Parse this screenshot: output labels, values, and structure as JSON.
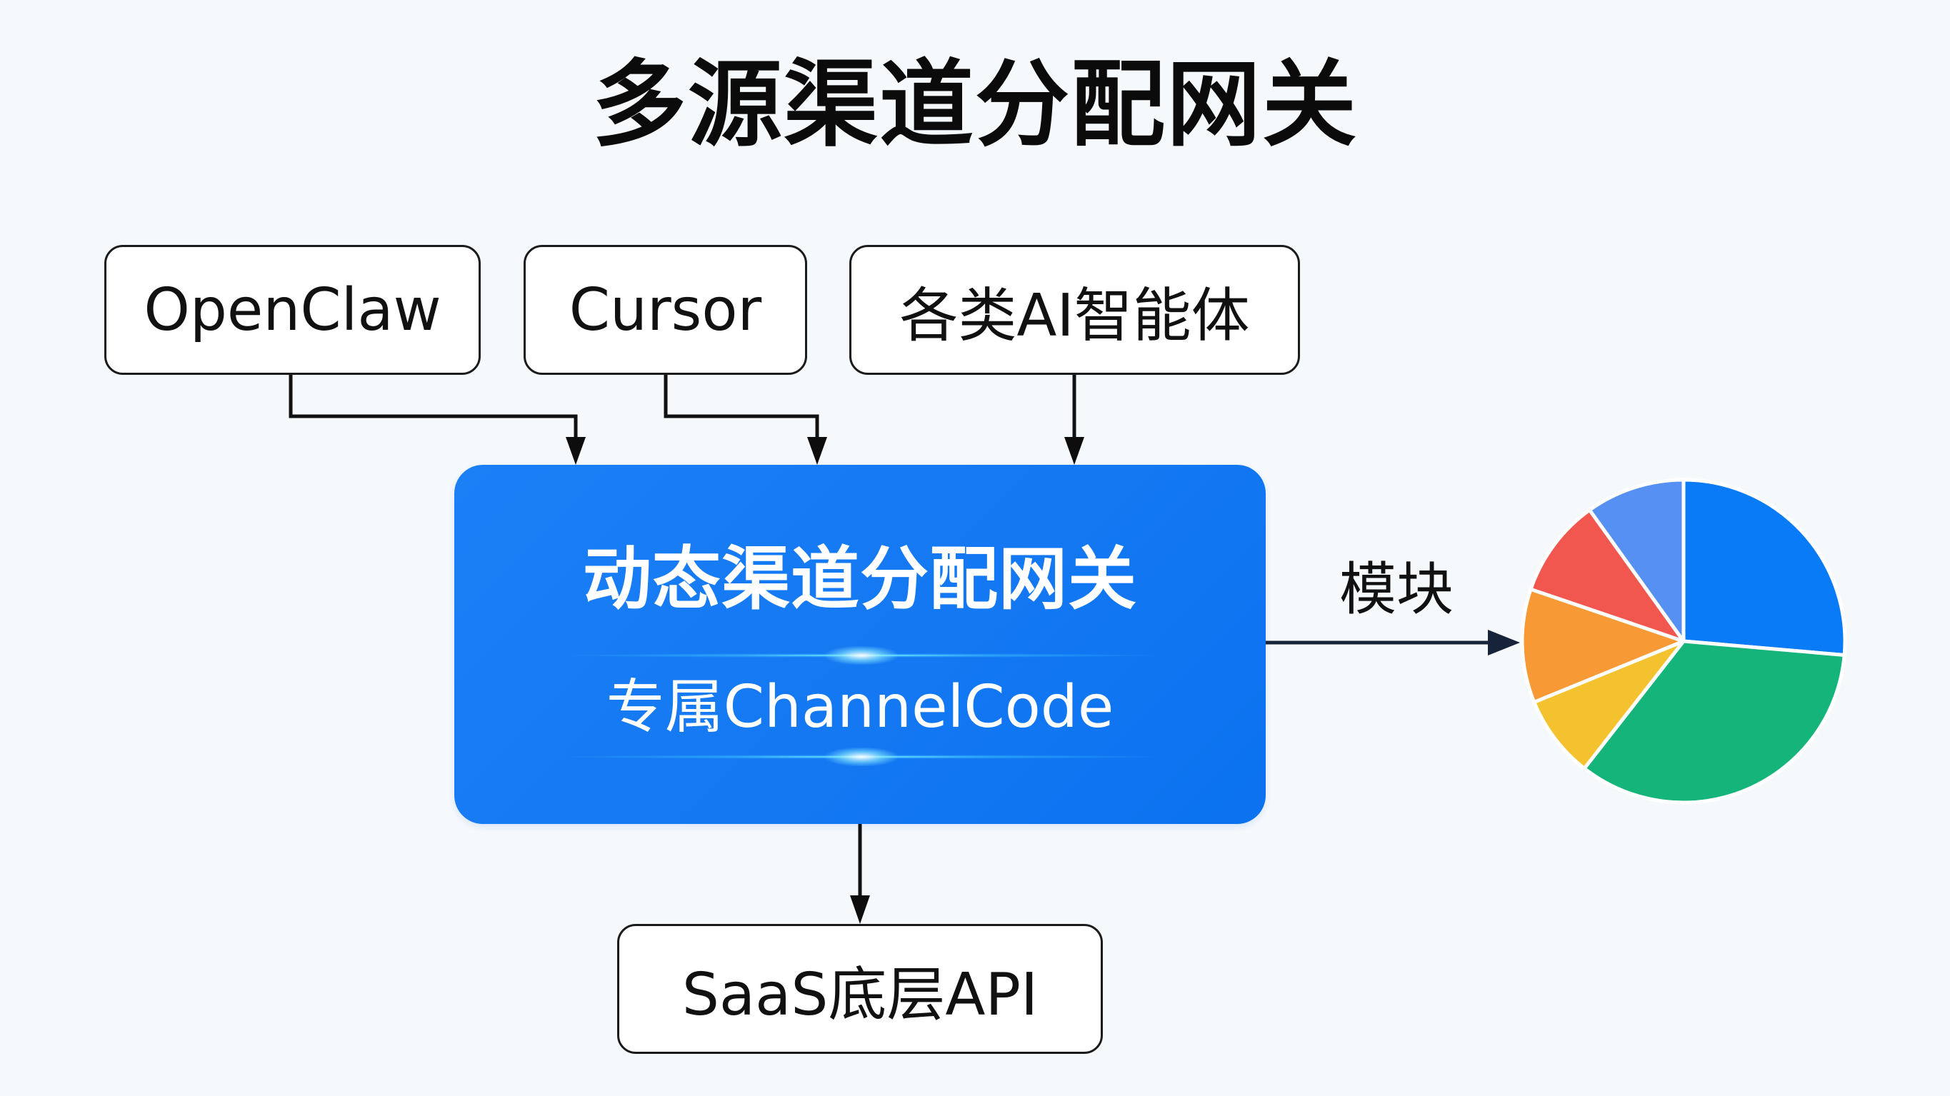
{
  "title": "多源渠道分配网关",
  "sources": [
    {
      "id": "openclaw",
      "label": "OpenClaw"
    },
    {
      "id": "cursor",
      "label": "Cursor"
    },
    {
      "id": "agents",
      "label": "各类AI智能体"
    }
  ],
  "gateway": {
    "title": "动态渠道分配网关",
    "subtitle": "专属ChannelCode",
    "color": "#1478f2"
  },
  "output": {
    "label": "SaaS底层API"
  },
  "module_arrow_label": "模块",
  "chart_data": {
    "type": "pie",
    "title": "",
    "start_angle": "12 o'clock, clockwise",
    "labels": [],
    "values": [
      26.4,
      34.2,
      8.3,
      11.4,
      9.9,
      9.9
    ],
    "colors": [
      "#0a7bf7",
      "#14b47a",
      "#f4c22e",
      "#f79a35",
      "#f2574f",
      "#5590f2"
    ],
    "legend": "none"
  }
}
